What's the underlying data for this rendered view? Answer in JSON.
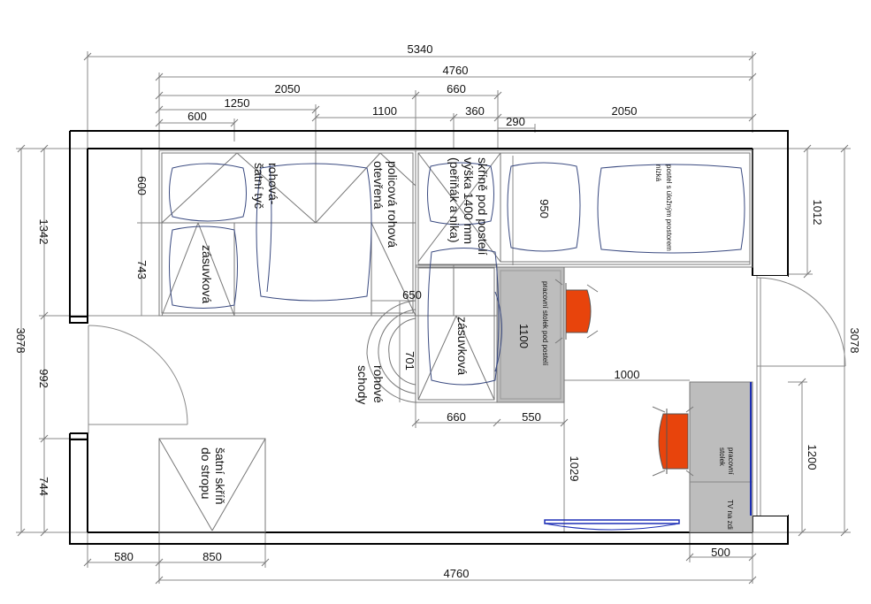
{
  "dimensions": {
    "top_total": "5340",
    "top_inner": "4760",
    "top_2050_left": "2050",
    "top_660": "660",
    "top_1250": "1250",
    "top_1100": "1100",
    "top_360": "360",
    "top_600": "600",
    "top_290": "290",
    "top_2050_right": "2050",
    "left_total": "3078",
    "left_1342": "1342",
    "left_992": "992",
    "left_744": "744",
    "left_600": "600",
    "left_743": "743",
    "right_total": "3078",
    "right_1012": "1012",
    "right_1200": "1200",
    "mid_950": "950",
    "mid_650": "650",
    "mid_701": "701",
    "mid_1100": "1100",
    "mid_1000": "1000",
    "mid_1029": "1029",
    "bottom_660": "660",
    "bottom_550": "550",
    "bottom_580": "580",
    "bottom_850": "850",
    "bottom_4760": "4760",
    "bottom_500": "500"
  },
  "labels": {
    "rohova_satni_tyc_1": "rohová-",
    "rohova_satni_tyc_2": "šatní tyč",
    "policova_1": "policová rohová",
    "policova_2": "otevřená",
    "skrine_1": "skříně pod postelí",
    "skrine_2": "výška 1400 mm",
    "skrine_3": "(peřiňák a nika)",
    "postel_1": "postel s úložným prostorem",
    "postel_2": "nízká",
    "zasuvkova_left": "zásuvková",
    "zasuvkova_mid": "zásuvková",
    "rohove_1": "rohové",
    "rohove_2": "schody",
    "satni_skrin_1": "šatní skříň",
    "satni_skrin_2": "do stropu",
    "pracovni_pod_postelí": "pracovní stolek pod postelí",
    "pracovni_stolek_1": "pracovní",
    "pracovni_stolek_2": "stolek",
    "tv_1": "TV na zdi"
  },
  "colors": {
    "desk_fill": "#bdbdbd",
    "chair_fill": "#e8440c",
    "tv_line": "#1d2fb5",
    "wall": "#000000"
  }
}
